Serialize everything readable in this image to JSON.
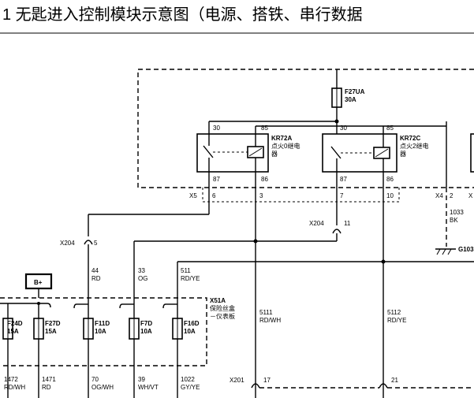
{
  "title": "1 无匙进入控制模块示意图（电源、搭铁、串行数据",
  "labels": {
    "f27ua": "F27UA",
    "f27ua_amp": "30A",
    "kr72a_id": "KR72A",
    "kr72a_name1": "点火0继电",
    "kr72a_name2": "器",
    "kr72c_id": "KR72C",
    "kr72c_name1": "点火2继电",
    "kr72c_name2": "器",
    "pin30a": "30",
    "pin85a": "85",
    "pin87a": "87",
    "pin86a": "86",
    "pin30c": "30",
    "pin85c": "85",
    "pin87c": "87",
    "pin86c": "86",
    "x5": "X5",
    "x5_p6": "6",
    "x5_p3": "3",
    "x5_p7": "7",
    "x5_p10": "10",
    "x4": "X4",
    "x4_p2": "2",
    "x4_px": "X",
    "x204_a": "X204",
    "x204_a_pin": "5",
    "x204_b": "X204",
    "x204_b_pin": "11",
    "w1033": "1033",
    "w1033_c": "BK",
    "g103": "G103",
    "bplus": "B+",
    "w44": "44",
    "w44_c": "RD",
    "w33": "33",
    "w33_c": "OG",
    "w511": "511",
    "w511_c": "RD/YE",
    "x51a": "X51A",
    "x51a_name1": "保险丝盒",
    "x51a_name2": "－仪表板",
    "f24d": "F24D",
    "f24d_amp": "15A",
    "f27d": "F27D",
    "f27d_amp": "15A",
    "f11d": "F11D",
    "f11d_amp": "10A",
    "f7d": "F7D",
    "f7d_amp": "10A",
    "f16d": "F16D",
    "f16d_amp": "10A",
    "w5111": "5111",
    "w5111_c": "RD/WH",
    "w5112": "5112",
    "w5112_c": "RD/YE",
    "w1472": "1472",
    "w1472_c": "RD/WH",
    "w1471": "1471",
    "w1471_c": "RD",
    "w70": "70",
    "w70_c": "OG/WH",
    "w39": "39",
    "w39_c": "WH/VT",
    "w1022": "1022",
    "w1022_c": "GY/YE",
    "x201": "X201",
    "x201_p17": "17",
    "x201_p21": "21"
  }
}
